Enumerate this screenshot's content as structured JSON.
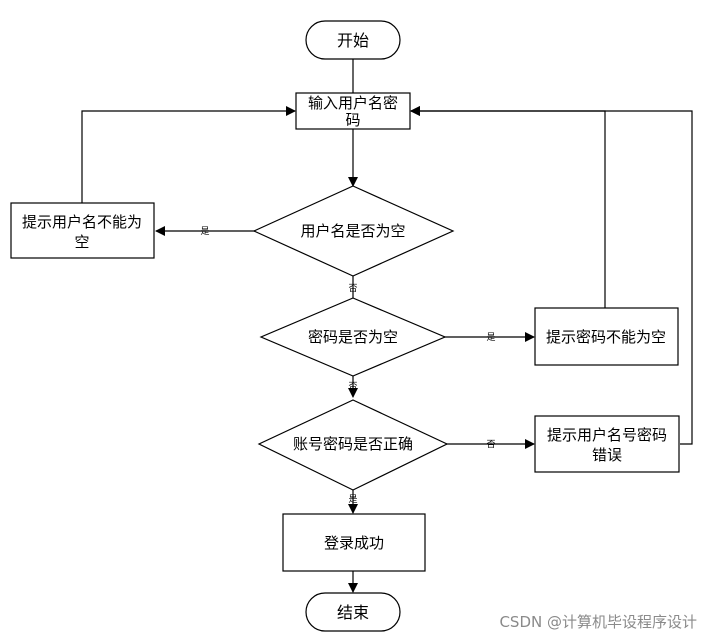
{
  "nodes": {
    "start": "开始",
    "input": [
      "输入用户名密",
      "码"
    ],
    "check_user": "用户名是否为空",
    "prompt_user": [
      "提示用户名不能为",
      "空"
    ],
    "check_pwd": "密码是否为空",
    "prompt_pwd": "提示密码不能为空",
    "check_acct": "账号密码是否正确",
    "prompt_error": [
      "提示用户名号密码",
      "错误"
    ],
    "success": "登录成功",
    "end": "结束"
  },
  "edges": {
    "user_yes": "是",
    "user_no": "否",
    "pwd_yes": "是",
    "pwd_no": "否",
    "acct_no": "否",
    "acct_yes": "是"
  },
  "watermark": "CSDN @计算机毕设程序设计"
}
